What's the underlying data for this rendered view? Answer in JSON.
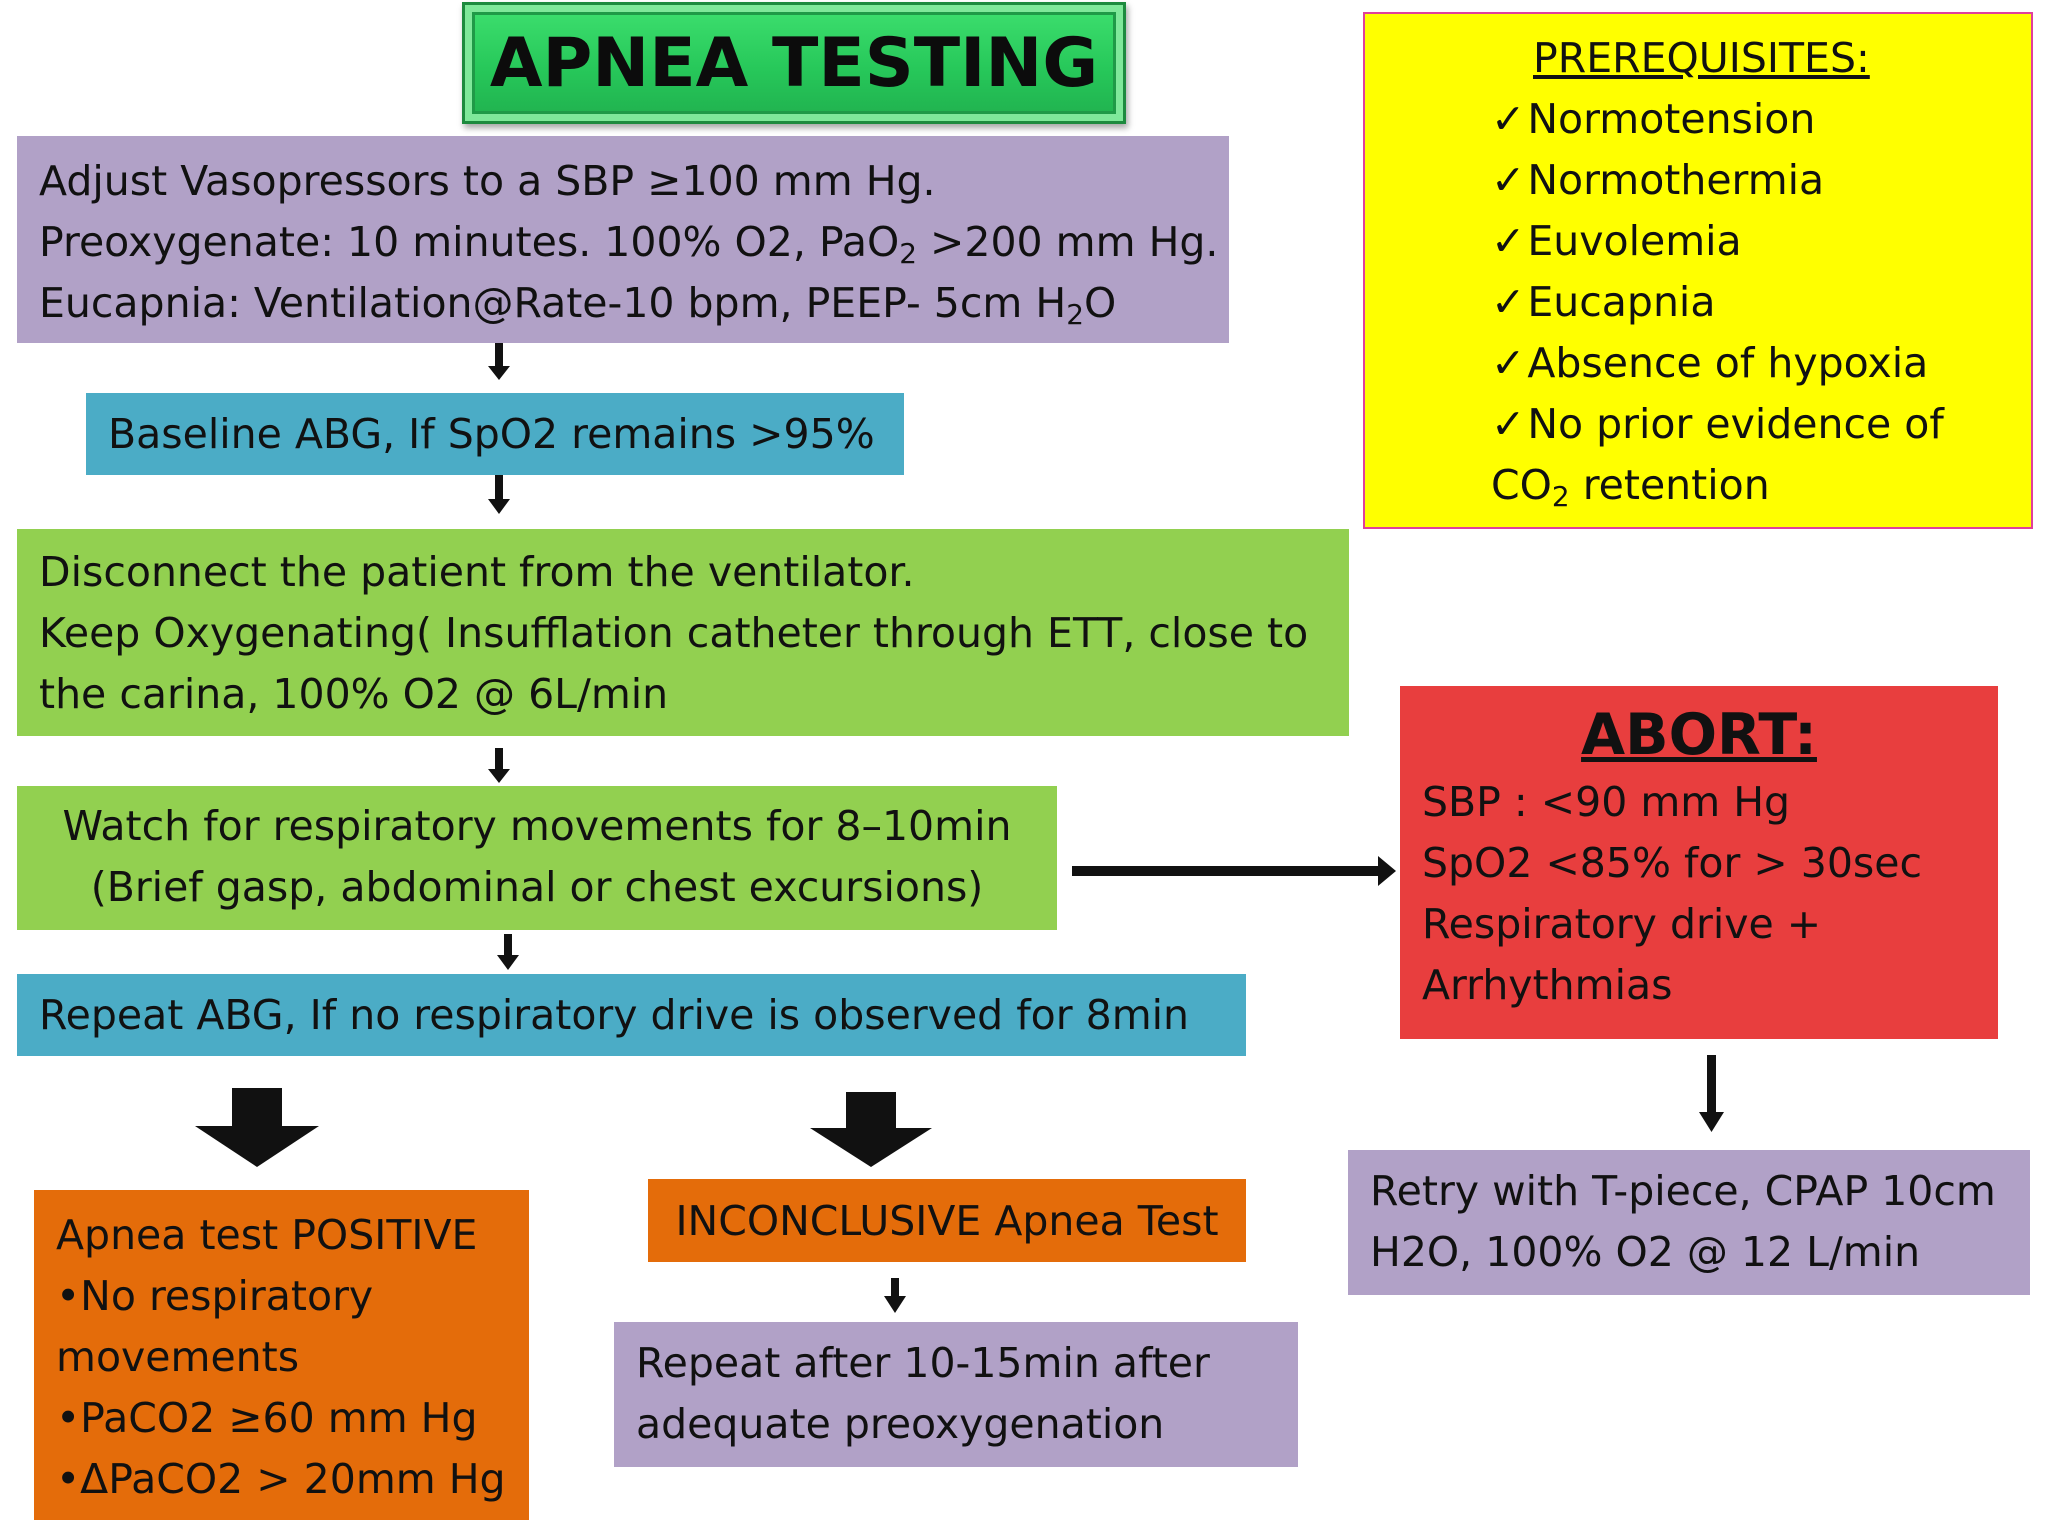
{
  "title": "APNEA TESTING",
  "step_prepare": {
    "line1": "Adjust Vasopressors to a SBP ≥100 mm Hg.",
    "line2_pre": "Preoxygenate: 10 minutes. 100% O2, PaO",
    "line2_sub": "2",
    "line2_post": " >200 mm Hg.",
    "line3_pre": "Eucapnia: Ventilation@Rate-10 bpm, PEEP- 5cm H",
    "line3_sub": "2",
    "line3_post": "O"
  },
  "step_baseline": "Baseline ABG, If SpO2 remains >95%",
  "step_disconnect": {
    "line1": "Disconnect the patient from the ventilator.",
    "line2": "Keep Oxygenating( Insufflation catheter through ETT, close to",
    "line3": "the carina, 100% O2 @ 6L/min"
  },
  "step_watch": {
    "line1": "Watch for respiratory movements for 8–10min",
    "line2": "(Brief gasp, abdominal or chest excursions)"
  },
  "step_repeat_abg": "Repeat ABG, If no respiratory drive is observed for 8min",
  "result_positive": {
    "line1": "Apnea test POSITIVE",
    "line2": "•No respiratory",
    "line3": "movements",
    "line4": "•PaCO2 ≥60 mm Hg",
    "line5": "•ΔPaCO2 > 20mm Hg"
  },
  "result_inconclusive": "INCONCLUSIVE Apnea Test",
  "repeat_after": {
    "line1": "Repeat after 10-15min after",
    "line2": "adequate preoxygenation"
  },
  "prerequisites": {
    "title": "PREREQUISITES:",
    "check_glyph": "✓",
    "items": [
      "Normotension",
      "Normothermia",
      "Euvolemia",
      "Eucapnia",
      "Absence of hypoxia",
      "No prior evidence of"
    ],
    "last_pre": "CO",
    "last_sub": "2",
    "last_post": " retention"
  },
  "abort": {
    "title": "ABORT:",
    "line1": "SBP : <90 mm Hg",
    "line2": "SpO2 <85% for > 30sec",
    "line3": "Respiratory drive +",
    "line4": "Arrhythmias"
  },
  "retry": {
    "line1": "Retry with T-piece, CPAP 10cm",
    "line2": "H2O, 100% O2 @ 12 L/min"
  },
  "colors": {
    "purple": "#b1a1c7",
    "blue": "#4bacc6",
    "green": "#92d050",
    "orange": "#e46c0a",
    "yellow": "#ffff00",
    "red": "#e83e3e",
    "title_green": "#27c85a"
  }
}
